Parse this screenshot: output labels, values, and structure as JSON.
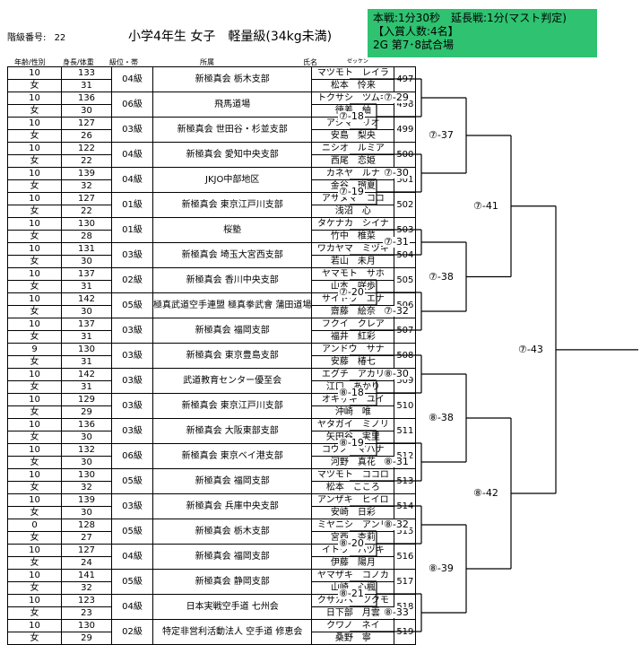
{
  "header": {
    "class_number_label": "階級番号:",
    "class_number": "22",
    "title": "小学4年生 女子　軽量級(34kg未満)",
    "info": {
      "line1": "本戦:1分30秒　延長戦:1分(マスト判定)",
      "line2": "【入賞人数:4名】",
      "line3": "2G 第7･8試合場"
    },
    "columns": {
      "age_gender": "年齢/性別",
      "height_weight": "身長/体重",
      "rank": "級位・帯",
      "affiliation": "所属",
      "name": "氏名",
      "zekken": "ゼッケン"
    }
  },
  "colors": {
    "info_bg": "#2ec271",
    "line": "#000000"
  },
  "competitors": [
    {
      "age": "10",
      "gender": "女",
      "height": "133",
      "weight": "31",
      "rank": "04級",
      "affiliation": "新極真会 栃木支部",
      "kana": "マツモト　レイラ",
      "name": "松本　怜来",
      "number": "497",
      "aff_size": "md"
    },
    {
      "age": "10",
      "gender": "女",
      "height": "136",
      "weight": "30",
      "rank": "06級",
      "affiliation": "飛馬道場",
      "kana": "トクサシ　ツムギ",
      "name": "徳差　紬",
      "number": "498",
      "aff_size": "lg"
    },
    {
      "age": "10",
      "gender": "女",
      "height": "127",
      "weight": "26",
      "rank": "03級",
      "affiliation": "新極真会 世田谷・杉並支部",
      "kana": "アジマ　リオ",
      "name": "安島　梨央",
      "number": "499",
      "aff_size": "sm"
    },
    {
      "age": "10",
      "gender": "女",
      "height": "122",
      "weight": "22",
      "rank": "04級",
      "affiliation": "新極真会 愛知中央支部",
      "kana": "ニシオ　ルミア",
      "name": "西尾　恋姫",
      "number": "500",
      "aff_size": "sm"
    },
    {
      "age": "10",
      "gender": "女",
      "height": "139",
      "weight": "32",
      "rank": "04級",
      "affiliation": "JKJO中部地区",
      "kana": "カネヤ　ルナ",
      "name": "金谷　瑠夏",
      "number": "501",
      "aff_size": "lg"
    },
    {
      "age": "10",
      "gender": "女",
      "height": "127",
      "weight": "22",
      "rank": "01級",
      "affiliation": "新極真会 東京江戸川支部",
      "kana": "アサヌマ　ココ",
      "name": "浅沼　心",
      "number": "502",
      "aff_size": "sm"
    },
    {
      "age": "10",
      "gender": "女",
      "height": "130",
      "weight": "28",
      "rank": "01級",
      "affiliation": "桜塾",
      "kana": "タケナカ　シイナ",
      "name": "竹中　椎菜",
      "number": "503",
      "aff_size": "lg"
    },
    {
      "age": "10",
      "gender": "女",
      "height": "131",
      "weight": "30",
      "rank": "03級",
      "affiliation": "新極真会 埼玉大宮西支部",
      "kana": "ワカヤマ　ミヅキ",
      "name": "若山　未月",
      "number": "504",
      "aff_size": "sm"
    },
    {
      "age": "10",
      "gender": "女",
      "height": "137",
      "weight": "31",
      "rank": "02級",
      "affiliation": "新極真会 香川中央支部",
      "kana": "ヤマモト　サホ",
      "name": "山本　咲歩",
      "number": "505",
      "aff_size": "sm"
    },
    {
      "age": "10",
      "gender": "女",
      "height": "142",
      "weight": "30",
      "rank": "05級",
      "affiliation": "極真武道空手連盟 極真拳武會 蒲田道場",
      "kana": "サイトウ　エナ",
      "name": "齋藤　絵奈",
      "number": "506",
      "aff_size": "xs"
    },
    {
      "age": "10",
      "gender": "女",
      "height": "137",
      "weight": "31",
      "rank": "03級",
      "affiliation": "新極真会 福岡支部",
      "kana": "フクイ　クレア",
      "name": "福井　紅彩",
      "number": "507",
      "aff_size": "md"
    },
    {
      "age": "9",
      "gender": "女",
      "height": "130",
      "weight": "31",
      "rank": "03級",
      "affiliation": "新極真会 東京豊島支部",
      "kana": "アンドウ　サナ",
      "name": "安藤　椿七",
      "number": "508",
      "aff_size": "sm"
    },
    {
      "age": "10",
      "gender": "女",
      "height": "142",
      "weight": "31",
      "rank": "03級",
      "affiliation": "武道教育センター優至会",
      "kana": "エグチ　アカリ",
      "name": "江口　あかり",
      "number": "509",
      "aff_size": "sm"
    },
    {
      "age": "10",
      "gender": "女",
      "height": "129",
      "weight": "29",
      "rank": "03級",
      "affiliation": "新極真会 東京江戸川支部",
      "kana": "オキザキ　ユイ",
      "name": "沖崎　唯",
      "number": "510",
      "aff_size": "sm"
    },
    {
      "age": "10",
      "gender": "女",
      "height": "136",
      "weight": "30",
      "rank": "03級",
      "affiliation": "新極真会 大阪東部支部",
      "kana": "ヤタガイ　ミノリ",
      "name": "矢田谷　実里",
      "number": "511",
      "aff_size": "sm"
    },
    {
      "age": "10",
      "gender": "女",
      "height": "132",
      "weight": "30",
      "rank": "06級",
      "affiliation": "新極真会 東京ベイ港支部",
      "kana": "コウノ　マハナ",
      "name": "河野　真花",
      "number": "512",
      "aff_size": "sm"
    },
    {
      "age": "10",
      "gender": "女",
      "height": "130",
      "weight": "32",
      "rank": "05級",
      "affiliation": "新極真会 福岡支部",
      "kana": "マツモト　ココロ",
      "name": "松本　こころ",
      "number": "513",
      "aff_size": "md"
    },
    {
      "age": "10",
      "gender": "女",
      "height": "139",
      "weight": "30",
      "rank": "03級",
      "affiliation": "新極真会 兵庫中央支部",
      "kana": "アンザキ　ヒイロ",
      "name": "安崎　日彩",
      "number": "514",
      "aff_size": "sm"
    },
    {
      "age": "0",
      "gender": "女",
      "height": "128",
      "weight": "27",
      "rank": "05級",
      "affiliation": "新極真会 栃木支部",
      "kana": "ミヤニシ　アンリ",
      "name": "宮西　杏莉",
      "number": "515",
      "aff_size": "md"
    },
    {
      "age": "10",
      "gender": "女",
      "height": "127",
      "weight": "24",
      "rank": "04級",
      "affiliation": "新極真会 福岡支部",
      "kana": "イトウ　ハヅキ",
      "name": "伊藤　陽月",
      "number": "516",
      "aff_size": "md"
    },
    {
      "age": "10",
      "gender": "女",
      "height": "141",
      "weight": "32",
      "rank": "05級",
      "affiliation": "新極真会 静岡支部",
      "kana": "ヤマザキ　コノカ",
      "name": "山崎　心楓",
      "number": "517",
      "aff_size": "md"
    },
    {
      "age": "10",
      "gender": "女",
      "height": "123",
      "weight": "23",
      "rank": "04級",
      "affiliation": "日本実戦空手道 七州会",
      "kana": "クサカベ　ツクモ",
      "name": "日下部　月雲",
      "number": "518",
      "aff_size": "sm"
    },
    {
      "age": "10",
      "gender": "女",
      "height": "130",
      "weight": "29",
      "rank": "02級",
      "affiliation": "特定非営利活動法人 空手道 修恵会",
      "kana": "クワノ　ネイ",
      "name": "桑野　寧",
      "number": "519",
      "aff_size": "xs"
    }
  ],
  "matches": {
    "m18": "⑦-18",
    "m19": "⑦-19",
    "m20": "⑦-20",
    "m29": "⑦-29",
    "m30": "⑦-30",
    "m31": "⑦-31",
    "m32": "⑦-32",
    "m37": "⑦-37",
    "m38": "⑦-38",
    "m41": "⑦-41",
    "m43": "⑦-43",
    "n18": "⑧-18",
    "n19": "⑧-19",
    "n20": "⑧-20",
    "n21": "⑧-21",
    "n30": "⑧-30",
    "n31": "⑧-31",
    "n32": "⑧-32",
    "n33": "⑧-33",
    "n38": "⑧-38",
    "n39": "⑧-39",
    "n42": "⑧-42"
  }
}
